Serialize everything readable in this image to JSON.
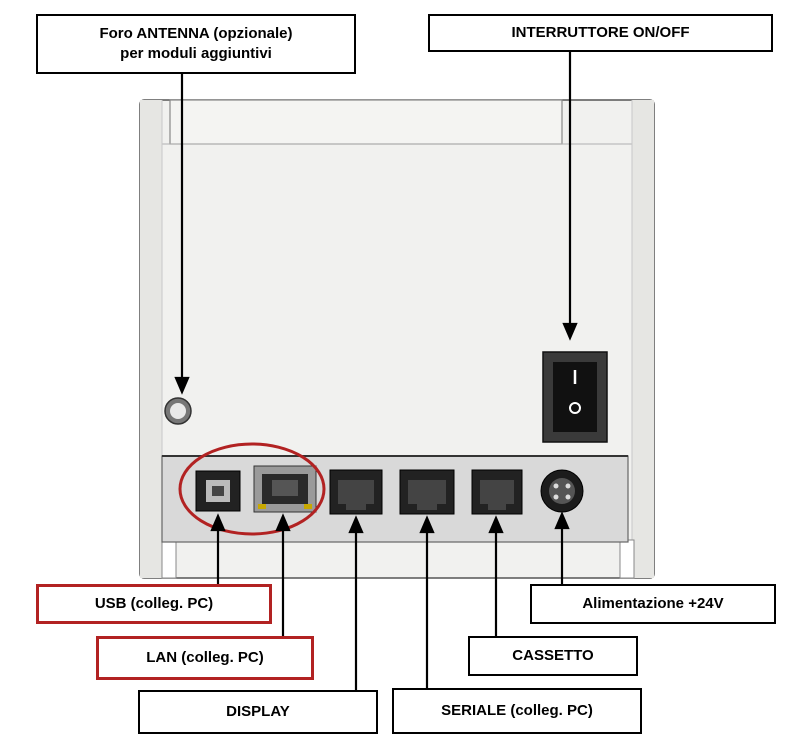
{
  "labels": {
    "antenna_line1": "Foro ANTENNA (opzionale)",
    "antenna_line2": "per moduli aggiuntivi",
    "switch": "INTERRUTTORE ON/OFF",
    "usb": "USB (colleg. PC)",
    "lan": "LAN (colleg. PC)",
    "display": "DISPLAY",
    "seriale": "SERIALE (colleg. PC)",
    "cassetto": "CASSETTO",
    "power": "Alimentazione +24V"
  },
  "colors": {
    "highlight": "#b22222",
    "housing": "#f1f1ef",
    "panel": "#d9d9d9"
  }
}
